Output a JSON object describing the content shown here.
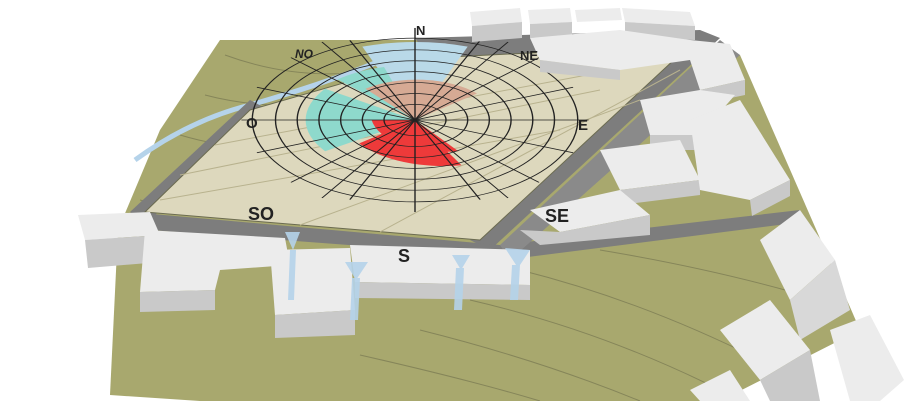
{
  "compass": {
    "n": "N",
    "ne": "NE",
    "e": "E",
    "se": "SE",
    "s": "S",
    "so": "SO",
    "o": "O",
    "no": "NO"
  },
  "colors": {
    "terrain": "#a8a86e",
    "plaza": "#ddd8bd",
    "road": "#7d7d7d",
    "building_top": "#ececec",
    "building_side": "#c9c9c9",
    "stream": "#b5d3ea",
    "wind_n": "#b9d9e8",
    "sun_morning": "#8ed9cc",
    "sun_afternoon": "#ee3a3a",
    "sun_midday": "#d6aa94"
  }
}
